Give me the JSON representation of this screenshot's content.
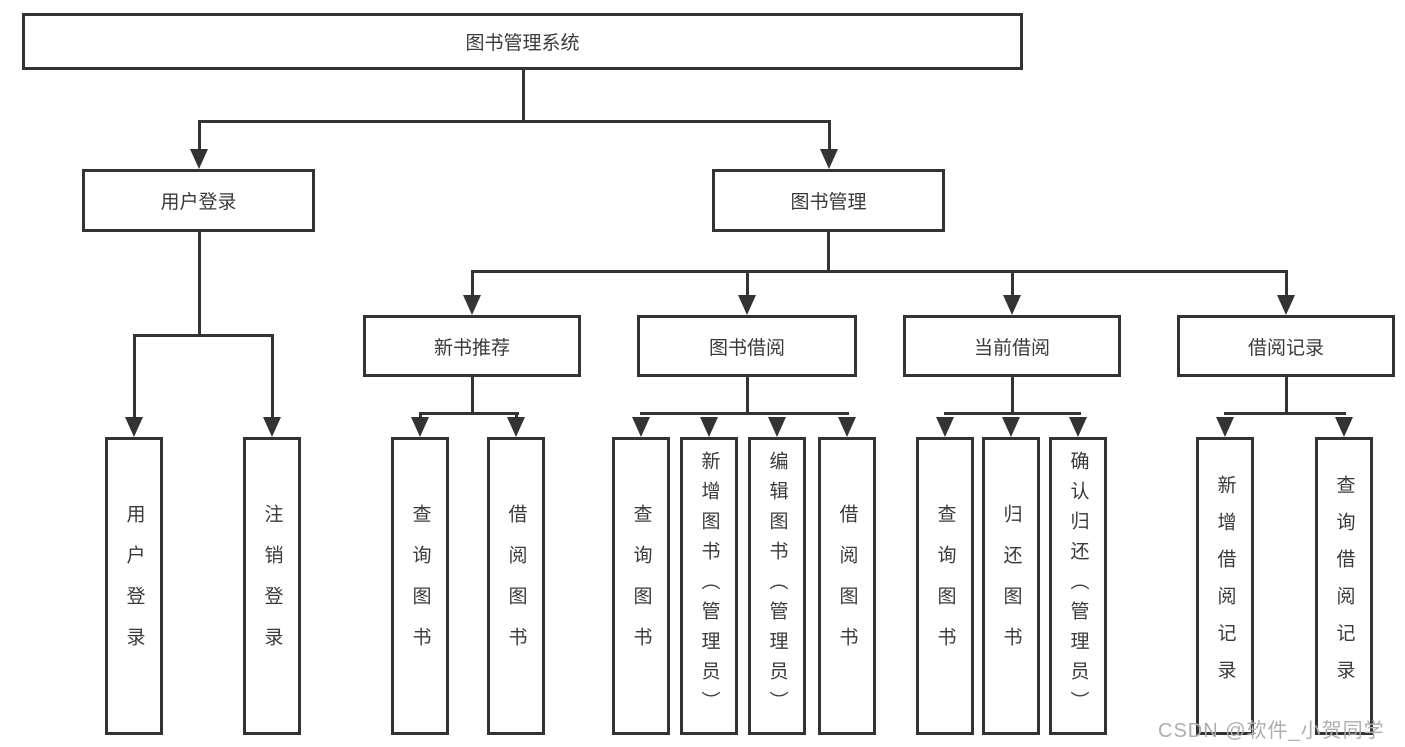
{
  "colors": {
    "line": "#333333",
    "text": "#3a3a3a",
    "box_background": "#ffffff",
    "page_background": "#ffffff",
    "watermark": "#aeaeae"
  },
  "watermark": {
    "text": "CSDN @软件_小贺同学"
  },
  "nodes": {
    "root": {
      "label": "图书管理系统"
    },
    "user_login": {
      "label": "用户登录"
    },
    "book_mgmt": {
      "label": "图书管理"
    },
    "new_book_rec": {
      "label": "新书推荐"
    },
    "book_borrow": {
      "label": "图书借阅"
    },
    "current_borrow": {
      "label": "当前借阅"
    },
    "borrow_record": {
      "label": "借阅记录"
    },
    "leaf_user_login": {
      "label": "用户登录"
    },
    "leaf_logout": {
      "label": "注销登录"
    },
    "leaf_rec_query_book": {
      "label": "查询图书"
    },
    "leaf_rec_borrow_book": {
      "label": "借阅图书"
    },
    "leaf_bb_query_book": {
      "label": "查询图书"
    },
    "leaf_bb_add_book": {
      "label": "新增图书（管理员）"
    },
    "leaf_bb_edit_book": {
      "label": "编辑图书（管理员）"
    },
    "leaf_bb_borrow_book": {
      "label": "借阅图书"
    },
    "leaf_cb_query_book": {
      "label": "查询图书"
    },
    "leaf_cb_return_book": {
      "label": "归还图书"
    },
    "leaf_cb_confirm_return": {
      "label": "确认归还（管理员）"
    },
    "leaf_br_add_record": {
      "label": "新增借阅记录"
    },
    "leaf_br_query_record": {
      "label": "查询借阅记录"
    }
  }
}
